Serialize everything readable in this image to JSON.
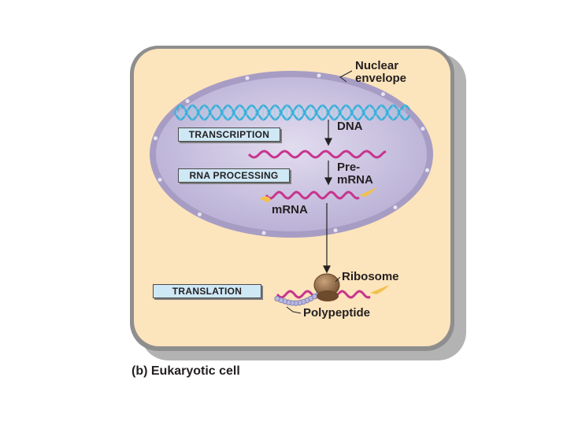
{
  "labels": {
    "nuclear_envelope_line1": "Nuclear",
    "nuclear_envelope_line2": "envelope",
    "dna": "DNA",
    "pre_mrna_line1": "Pre-",
    "pre_mrna_line2": "mRNA",
    "mrna": "mRNA",
    "ribosome": "Ribosome",
    "polypeptide": "Polypeptide",
    "caption": "(b) Eukaryotic cell"
  },
  "process_boxes": {
    "transcription": "TRANSCRIPTION",
    "rna_processing": "RNA PROCESSING",
    "translation": "TRANSLATION"
  },
  "colors": {
    "cell_fill": "#fce4bc",
    "cell_shadow": "#b3b3b3",
    "nucleus_fill": "#cfc8e0",
    "nucleus_edge": "#a79dc4",
    "dna_strand": "#3aaed8",
    "rna_strand": "#c8348e",
    "cap_tail": "#f2c14e",
    "label_box": "#cfe8f6",
    "ribosome": "#8c6a4a",
    "polypeptide": "#b9b9e0"
  }
}
